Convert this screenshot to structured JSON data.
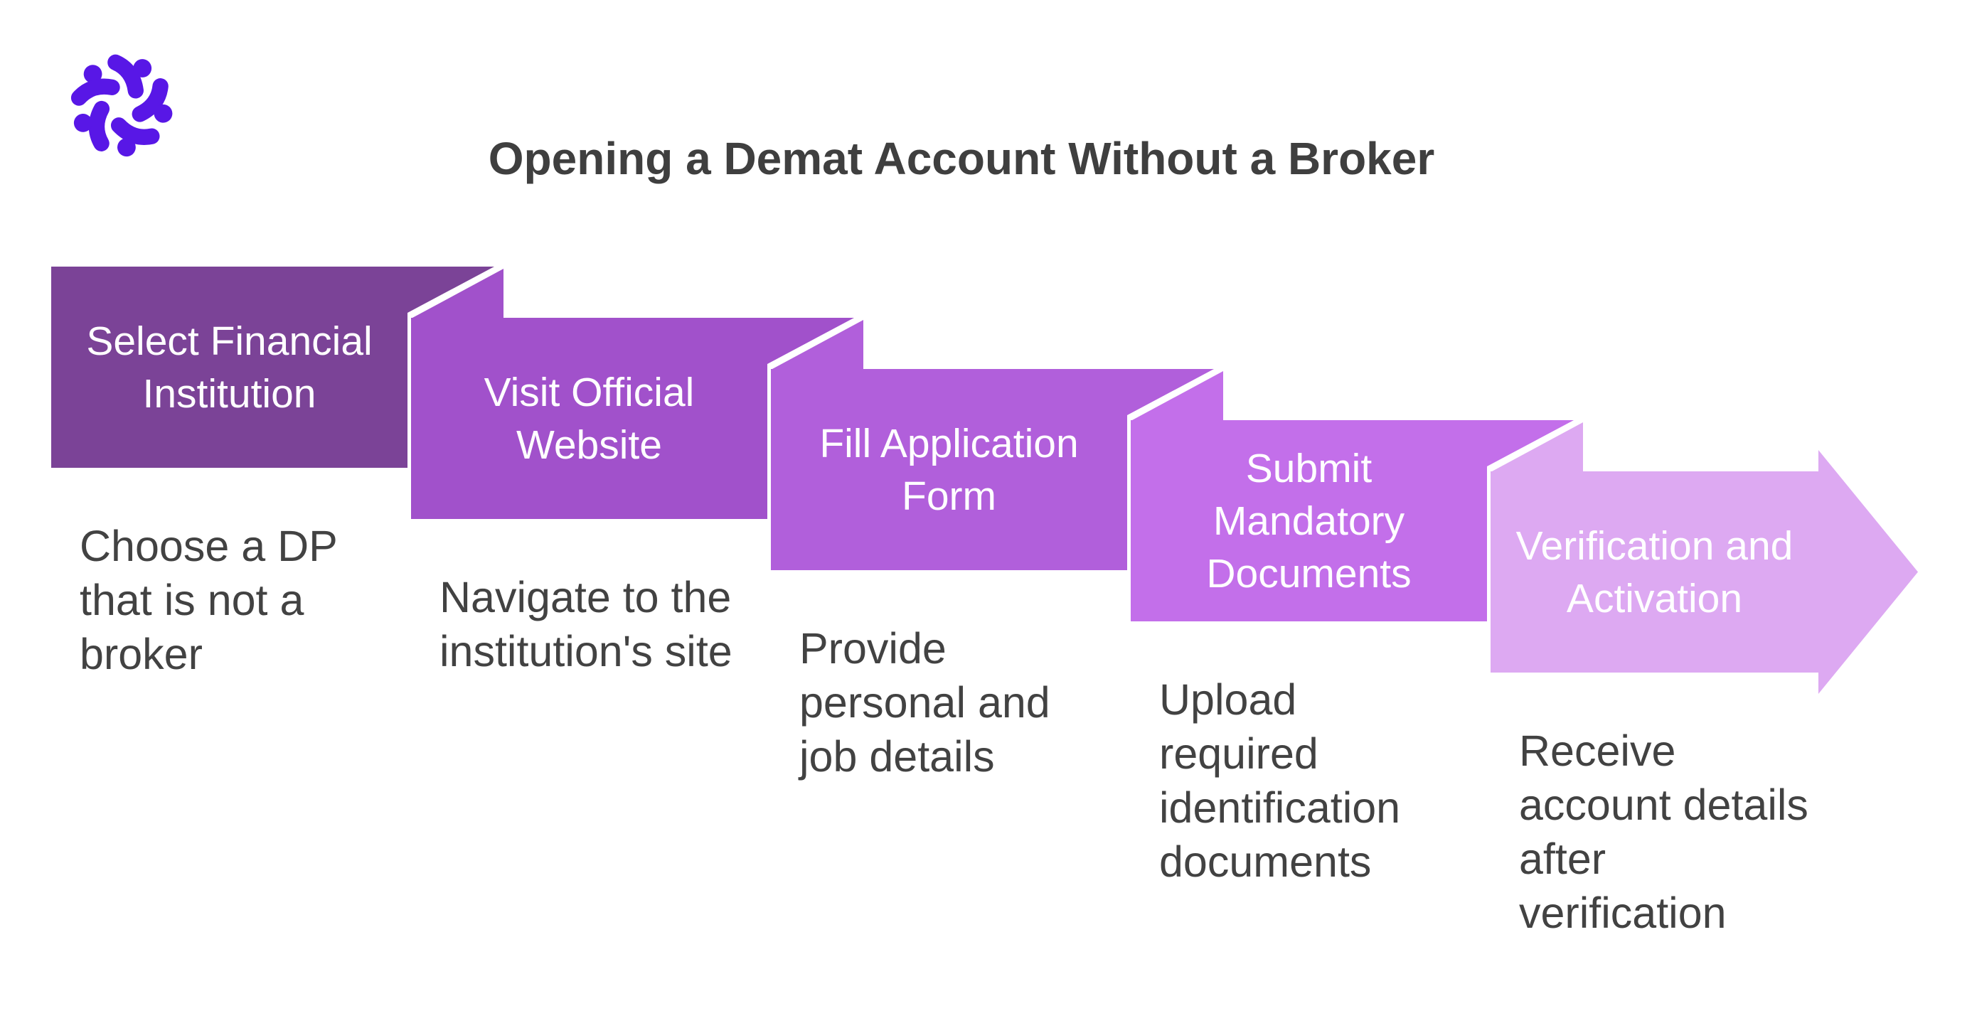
{
  "header": {
    "title": "Opening a Demat Account Without a Broker",
    "title_color": "#3F3F3F",
    "logo_color": "#5817E6"
  },
  "diagram": {
    "description_text_color": "#424242",
    "step_label_text_color": "#FFFFFF",
    "background_color": "#FFFFFF"
  },
  "steps": [
    {
      "title": "Select Financial\nInstitution",
      "description": "Choose a DP\nthat is not a\nbroker",
      "color": "#7B4397"
    },
    {
      "title": "Visit Official\nWebsite",
      "description": "Navigate to the\ninstitution's site",
      "color": "#A151CB"
    },
    {
      "title": "Fill Application\nForm",
      "description": "Provide\npersonal and\njob details",
      "color": "#B15FDB"
    },
    {
      "title": "Submit\nMandatory\nDocuments",
      "description": "Upload\nrequired\nidentification\ndocuments",
      "color": "#C36FEA"
    },
    {
      "title": "Verification and\nActivation",
      "description": "Receive\naccount details\nafter\nverification",
      "color": "#DDA9F2"
    }
  ]
}
